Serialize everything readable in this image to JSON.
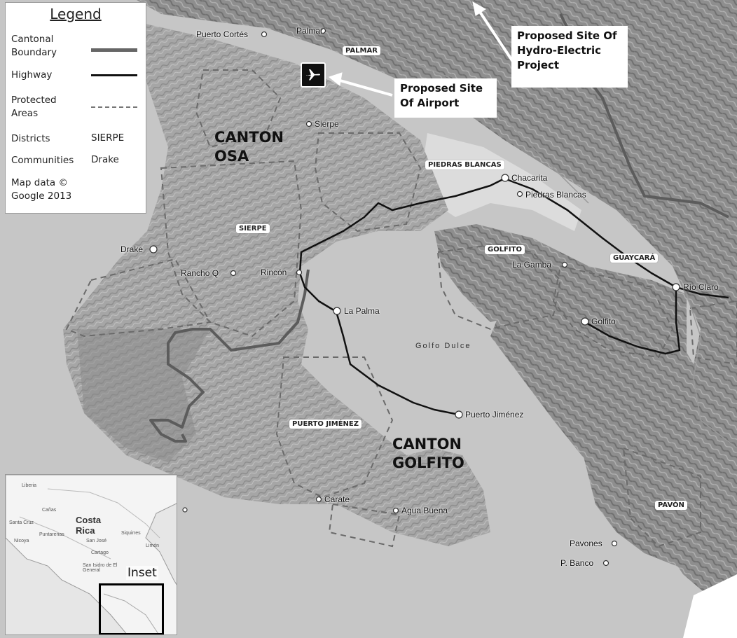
{
  "legend": {
    "title": "Legend",
    "rows": [
      {
        "label": "Cantonal Boundary",
        "sample_type": "line",
        "sample_text": ""
      },
      {
        "label": "Highway",
        "sample_type": "line",
        "sample_text": ""
      },
      {
        "label": "Protected Areas",
        "sample_type": "dashed",
        "sample_text": ""
      },
      {
        "label": "Districts",
        "sample_type": "text",
        "sample_text": "SIERPE"
      },
      {
        "label": "Communities",
        "sample_type": "text",
        "sample_text": "Drake"
      },
      {
        "label": "Map data © Google 2013",
        "sample_type": "none",
        "sample_text": ""
      }
    ],
    "colors": {
      "cantonal_boundary": "#666666",
      "highway": "#111111",
      "protected": "#777777"
    }
  },
  "callouts": {
    "hydro": "Proposed Site Of Hydro-Electric Project",
    "airport": "Proposed Site Of Airport"
  },
  "airport_icon": "airplane-icon",
  "cantons": {
    "osa": "CANTON OSA",
    "golfito": "CANTON GOLFITO"
  },
  "districts": {
    "palmar": "PALMAR",
    "piedras_blancas": "PIEDRAS BLANCAS",
    "sierpe": "SIERPE",
    "golfito": "GOLFITO",
    "guaycara": "GUAYCARÁ",
    "puerto_jimenez": "PUERTO JIMÉNEZ",
    "pavon": "PAVÓN"
  },
  "communities": {
    "puerto_cortes": "Puerto Cortés",
    "palmar": "Palmar",
    "sierpe": "Sierpe",
    "chacarita": "Chacarita",
    "piedras_blancas": "Piedras Blancas",
    "drake": "Drake",
    "rancho_q": "Rancho Q",
    "rincon": "Rincón",
    "la_gamba": "La Gamba",
    "rio_claro": "Río Claro",
    "la_palma": "La Palma",
    "golfito": "Golfito",
    "puerto_jimenez": "Puerto Jiménez",
    "carate": "Carate",
    "agua_buena": "Agua Buena",
    "pavones": "Pavones",
    "p_banco": "P. Banco"
  },
  "water": {
    "golfo_dulce": "Golfo Dulce"
  },
  "inset": {
    "country": "Costa Rica",
    "title": "Inset",
    "towns": {
      "liberia": "Liberia",
      "canas": "Cañas",
      "santa_cruz": "Santa Cruz",
      "puntarenas": "Puntarenas",
      "nicoya": "Nicoya",
      "san_jose": "San José",
      "siquirres": "Siquirres",
      "limon": "Limón",
      "cartago": "Cartago",
      "san_isidro": "San Isidro de El General"
    }
  }
}
